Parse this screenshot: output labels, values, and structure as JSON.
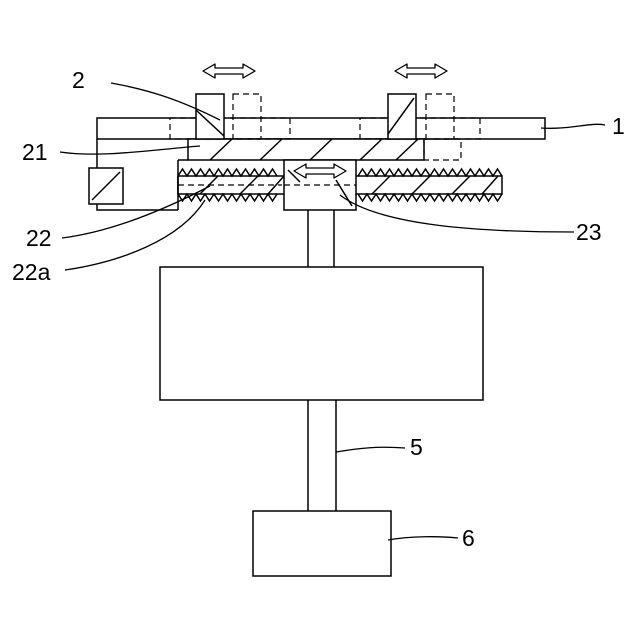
{
  "labels": {
    "l1": "1",
    "l2": "2",
    "l21": "21",
    "l22": "22",
    "l22a": "22a",
    "l23": "23",
    "l5": "5",
    "l6": "6"
  },
  "icons": {
    "motion_arrow": "double-headed-arrow-icon"
  }
}
